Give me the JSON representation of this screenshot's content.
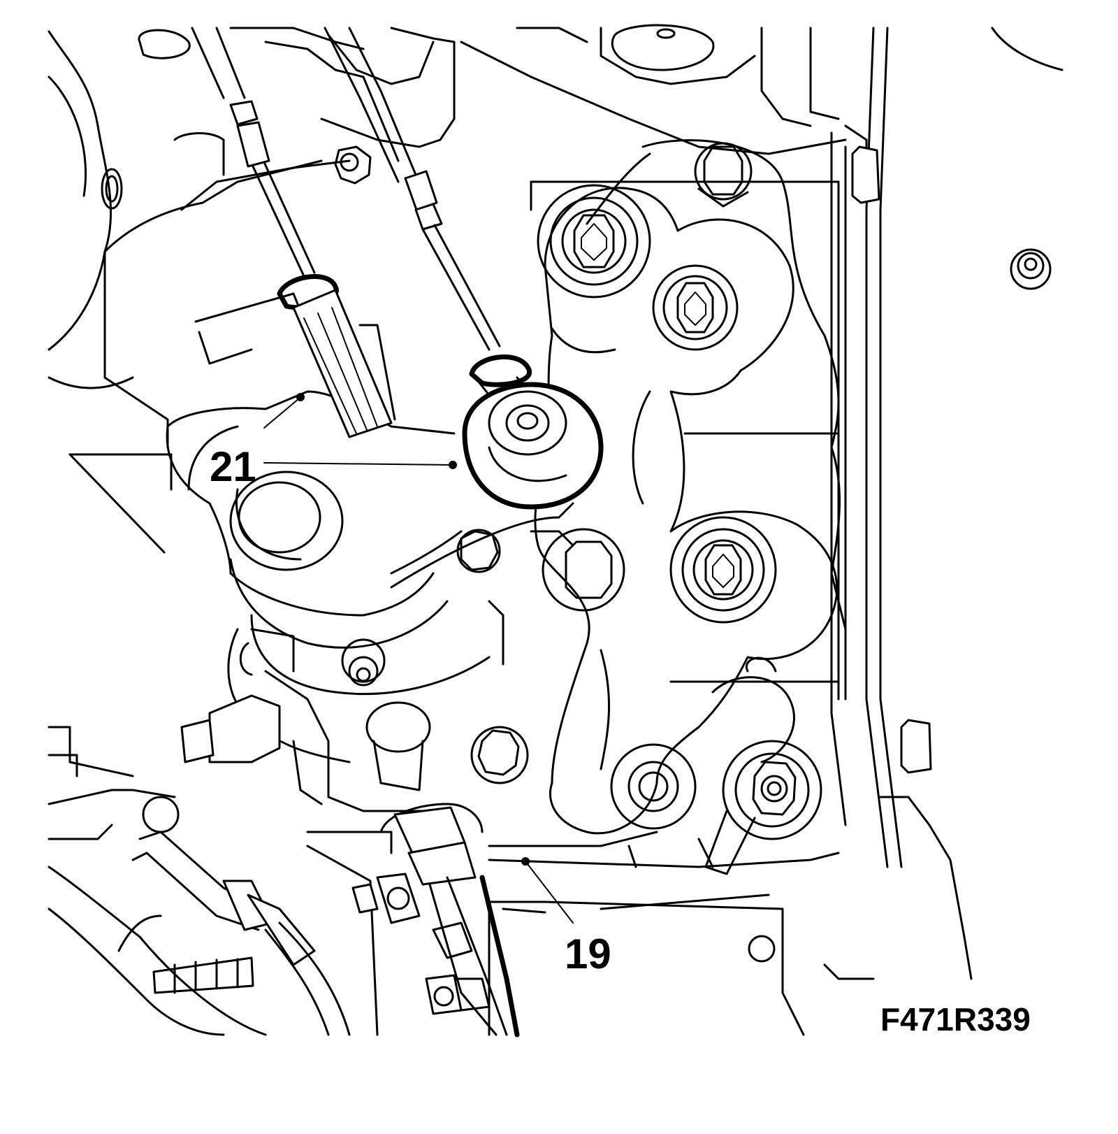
{
  "diagram": {
    "callouts": [
      {
        "id": "callout-21",
        "label": "21"
      },
      {
        "id": "callout-19",
        "label": "19"
      }
    ],
    "figure_code": "F471R339"
  }
}
